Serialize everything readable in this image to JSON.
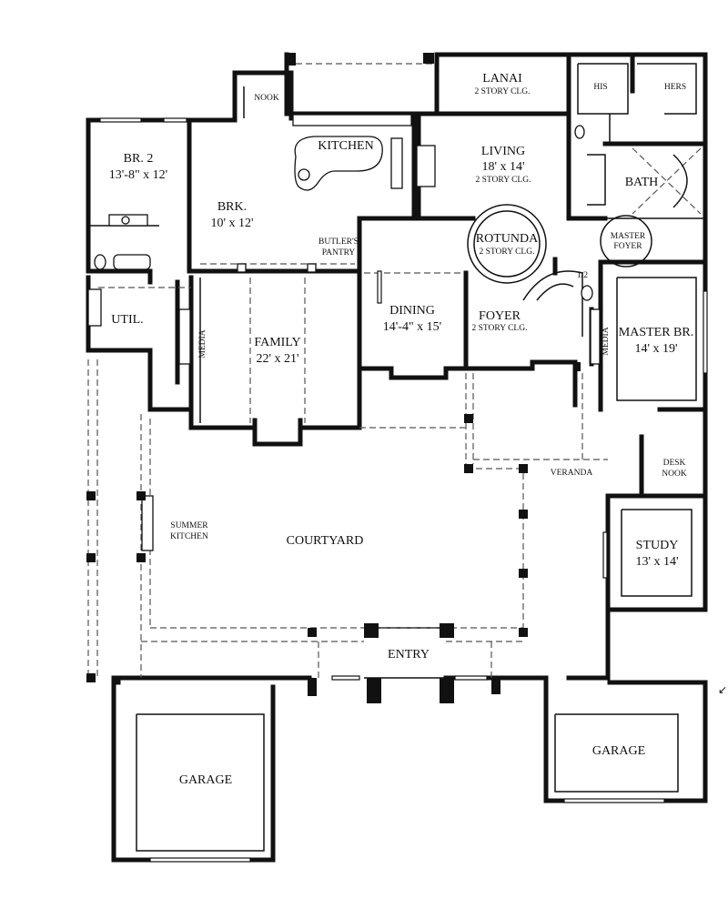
{
  "rooms": {
    "lanai": {
      "name": "LANAI",
      "note": "2 STORY CLG."
    },
    "nook": {
      "name": "NOOK"
    },
    "his": {
      "name": "HIS"
    },
    "hers": {
      "name": "HERS"
    },
    "br2": {
      "name": "BR. 2",
      "size": "13'-8\" x 12'"
    },
    "kitchen": {
      "name": "KITCHEN"
    },
    "living": {
      "name": "LIVING",
      "size": "18' x 14'",
      "note": "2 STORY CLG."
    },
    "bath": {
      "name": "BATH"
    },
    "brk": {
      "name": "BRK.",
      "size": "10' x 12'"
    },
    "butlers_pantry": {
      "name_line1": "BUTLER'S",
      "name_line2": "PANTRY"
    },
    "rotunda": {
      "name": "ROTUNDA",
      "note": "2 STORY CLG."
    },
    "master_foyer": {
      "name_line1": "MASTER",
      "name_line2": "FOYER"
    },
    "util": {
      "name": "UTIL."
    },
    "half_bath": {
      "name": "1/2"
    },
    "dining": {
      "name": "DINING",
      "size": "14'-4\" x 15'"
    },
    "foyer": {
      "name": "FOYER",
      "note": "2 STORY CLG."
    },
    "master_br": {
      "name": "MASTER BR.",
      "size": "14' x 19'"
    },
    "media_left": {
      "name": "MEDIA"
    },
    "family": {
      "name": "FAMILY",
      "size": "22' x 21'"
    },
    "media_right": {
      "name": "MEDIA"
    },
    "veranda": {
      "name": "VERANDA"
    },
    "desk_nook": {
      "name_line1": "DESK",
      "name_line2": "NOOK"
    },
    "summer_kitchen": {
      "name_line1": "SUMMER",
      "name_line2": "KITCHEN"
    },
    "courtyard": {
      "name": "COURTYARD"
    },
    "study": {
      "name": "STUDY",
      "size": "13' x 14'"
    },
    "entry": {
      "name": "ENTRY"
    },
    "garage_right": {
      "name": "GARAGE"
    },
    "garage_left": {
      "name": "GARAGE"
    }
  },
  "north_arrow": {
    "glyph": "↙"
  }
}
